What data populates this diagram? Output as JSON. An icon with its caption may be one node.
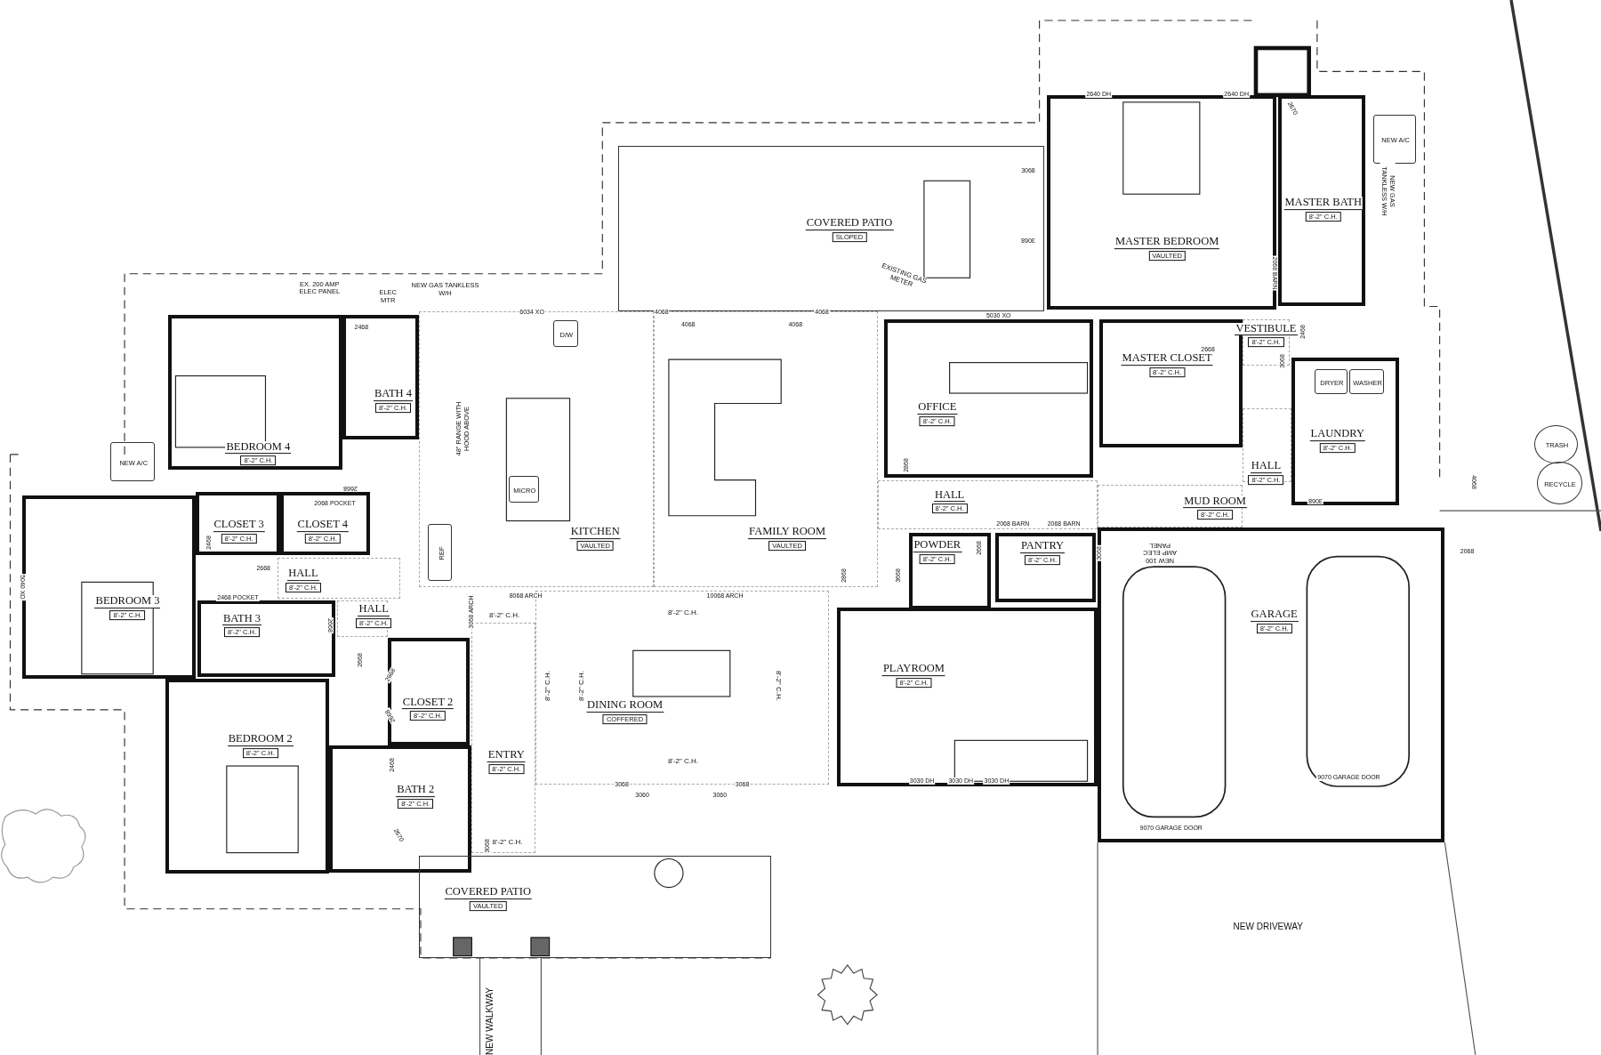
{
  "diagram": {
    "nodes": [
      {
        "text": [
          "COVERED PATIO",
          "SLOPED"
        ]
      },
      {
        "text": [
          "MASTER BEDROOM",
          "VAULTED"
        ]
      },
      {
        "text": [
          "MASTER BATH",
          "8'-2\" C.H."
        ]
      },
      {
        "text": [
          "BEDROOM 4",
          "8'-2\" C.H."
        ]
      },
      {
        "text": [
          "BATH 4",
          "8'-2\" C.H."
        ]
      },
      {
        "text": [
          "KITCHEN",
          "VAULTED"
        ]
      },
      {
        "text": [
          "FAMILY ROOM",
          "VAULTED"
        ]
      },
      {
        "text": [
          "OFFICE",
          "8'-2\" C.H."
        ]
      },
      {
        "text": [
          "MASTER CLOSET",
          "8'-2\" C.H."
        ]
      },
      {
        "text": [
          "VESTIBULE",
          "8'-2\" C.H."
        ]
      },
      {
        "text": [
          "LAUNDRY",
          "8'-2\" C.H."
        ]
      },
      {
        "text": [
          "HALL",
          "8'-2\" C.H."
        ]
      },
      {
        "text": [
          "HALL",
          "8'-2\" C.H."
        ]
      },
      {
        "text": [
          "MUD ROOM",
          "8'-2\" C.H."
        ]
      },
      {
        "text": [
          "CLOSET 3",
          "8'-2\" C.H."
        ]
      },
      {
        "text": [
          "CLOSET 4",
          "8'-2\" C.H."
        ]
      },
      {
        "text": [
          "BEDROOM 3",
          "8'-2\" C.H."
        ]
      },
      {
        "text": [
          "HALL",
          "8'-2\" C.H."
        ]
      },
      {
        "text": [
          "BATH 3",
          "8'-2\" C.H."
        ]
      },
      {
        "text": [
          "HALL",
          "8'-2\" C.H."
        ]
      },
      {
        "text": [
          "CLOSET 2",
          "8'-2\" C.H."
        ]
      },
      {
        "text": [
          "BEDROOM 2",
          "8'-2\" C.H."
        ]
      },
      {
        "text": [
          "BATH 2",
          "8'-2\" C.H."
        ]
      },
      {
        "text": [
          "DINING ROOM",
          "COFFERED"
        ]
      },
      {
        "text": [
          "ENTRY",
          "8'-2\" C.H."
        ]
      },
      {
        "text": [
          "COVERED PATIO",
          "VAULTED"
        ]
      },
      {
        "text": [
          "POWDER",
          "8'-2\" C.H."
        ]
      },
      {
        "text": [
          "PANTRY",
          "8'-2\" C.H."
        ]
      },
      {
        "text": [
          "PLAYROOM",
          "8'-2\" C.H."
        ]
      },
      {
        "text": [
          "GARAGE",
          "8'-2\" C.H."
        ]
      },
      {
        "text": [
          "NEW A/C"
        ]
      },
      {
        "text": [
          "NEW A/C"
        ]
      },
      {
        "text": [
          "TRASH"
        ]
      },
      {
        "text": [
          "RECYCLE"
        ]
      },
      {
        "text": [
          "D/W"
        ],
        "in": 5
      },
      {
        "text": [
          "MICRO"
        ],
        "in": 5
      },
      {
        "text": [
          "REF"
        ],
        "in": 5
      },
      {
        "text": [
          "DRYER"
        ],
        "in": 10
      },
      {
        "text": [
          "WASHER"
        ],
        "in": 10
      }
    ],
    "labels": [
      "2640 DH",
      "2640 DH",
      "2670",
      "3068",
      "NEW GAS TANKLESS W/H",
      "3068",
      "EXISTING GAS METER",
      "2068 BARN",
      "EX. 200 AMP ELEC PANEL",
      "ELEC MTR",
      "NEW GAS TANKLESS W/H",
      "6034 XO",
      "4068",
      "4068",
      "4068",
      "4068",
      "5030 XO",
      "2468",
      "2468",
      "2668",
      "3068",
      "48\" RANGE WITH HOOD ABOVE",
      "2868",
      "4068",
      "2668",
      "3068",
      "2068 POCKET",
      "2068 BARN",
      "2068 BARN",
      "2468",
      "2068",
      "2668",
      "3068",
      "NEW 100 AMP ELEC PANEL",
      "2668",
      "2868",
      "3668",
      "5040 XO",
      "8068 ARCH",
      "10068 ARCH",
      "2468 POCKET",
      "3068 ARCH",
      "8'-2\" C.H.",
      "8'-2\" C.H.",
      "2668",
      "2668",
      "2668",
      "8'-2\" C.H.",
      "8'-2\" C.H.",
      "8'-2\" C.H.",
      "2668",
      "8'-2\" C.H.",
      "2468",
      "9070 GARAGE DOOR",
      "3030 DH",
      "3030 DH",
      "3030 DH",
      "3068",
      "3060",
      "3060",
      "3068",
      "9070 GARAGE DOOR",
      "2670",
      "8'-2\" C.H.",
      "3068",
      "NEW DRIVEWAY",
      "NEW WALKWAY"
    ]
  }
}
